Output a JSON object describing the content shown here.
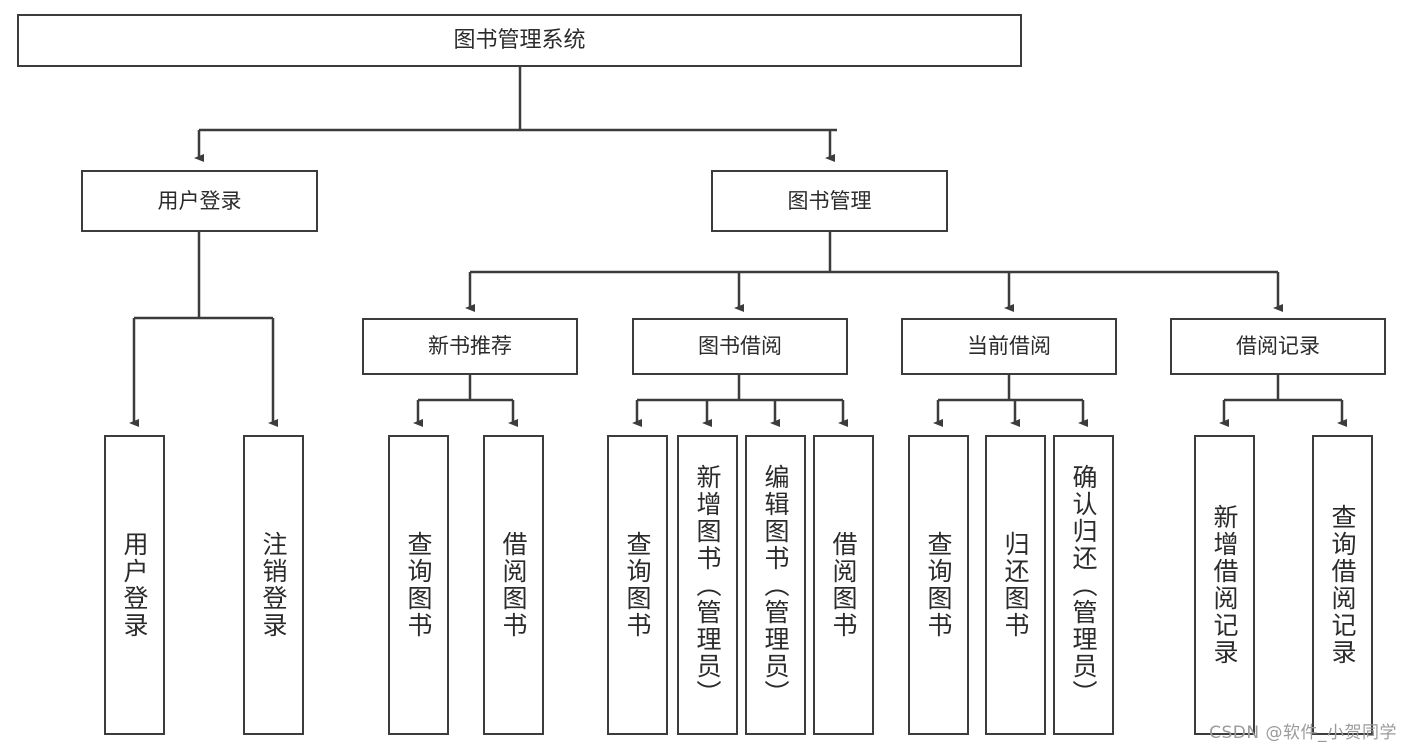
{
  "diagram": {
    "type": "tree",
    "title": "图书管理系统",
    "root": {
      "label": "图书管理系统"
    },
    "level2": [
      {
        "label": "用户登录"
      },
      {
        "label": "图书管理"
      }
    ],
    "level3": [
      {
        "label": "新书推荐"
      },
      {
        "label": "图书借阅"
      },
      {
        "label": "当前借阅"
      },
      {
        "label": "借阅记录"
      }
    ],
    "leaves": {
      "user_login": [
        {
          "label": "用户登录"
        },
        {
          "label": "注销登录"
        }
      ],
      "new_book_recommend": [
        {
          "label": "查询图书"
        },
        {
          "label": "借阅图书"
        }
      ],
      "book_borrow": [
        {
          "label": "查询图书"
        },
        {
          "label": "新增图书（管理员）"
        },
        {
          "label": "编辑图书（管理员）"
        },
        {
          "label": "借阅图书"
        }
      ],
      "current_borrow": [
        {
          "label": "查询图书"
        },
        {
          "label": "归还图书"
        },
        {
          "label": "确认归还（管理员）"
        }
      ],
      "borrow_record": [
        {
          "label": "新增借阅记录"
        },
        {
          "label": "查询借阅记录"
        }
      ]
    }
  },
  "watermark": {
    "text": "CSDN @软件_小贺同学"
  },
  "colors": {
    "stroke": "#3c3c3c",
    "background": "#ffffff",
    "text": "#2b2b2b",
    "watermark": "#9b9b9b"
  }
}
